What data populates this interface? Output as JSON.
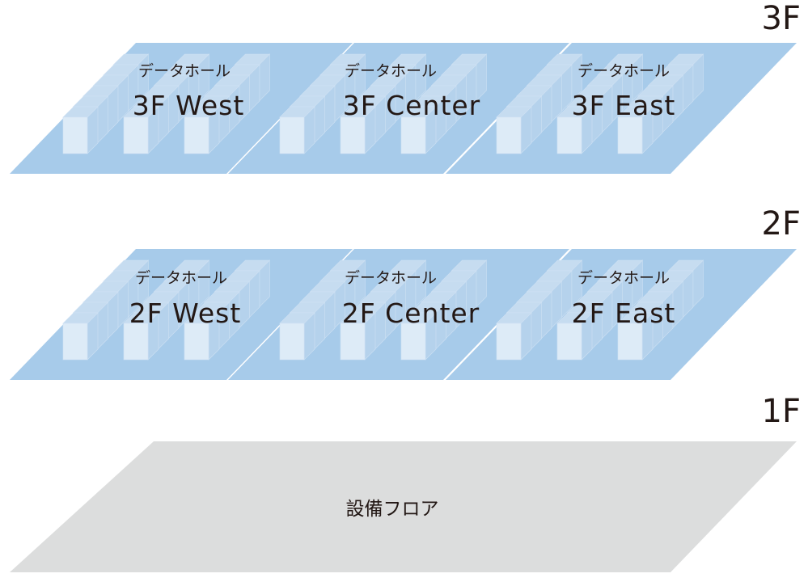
{
  "floors": [
    {
      "label": "3F",
      "halls": [
        {
          "sub": "データホール",
          "name": "3F West"
        },
        {
          "sub": "データホール",
          "name": "3F Center"
        },
        {
          "sub": "データホール",
          "name": "3F East"
        }
      ]
    },
    {
      "label": "2F",
      "halls": [
        {
          "sub": "データホール",
          "name": "2F West"
        },
        {
          "sub": "データホール",
          "name": "2F Center"
        },
        {
          "sub": "データホール",
          "name": "2F East"
        }
      ]
    },
    {
      "label": "1F",
      "equipment_label": "設備フロア"
    }
  ],
  "colors": {
    "hall_floor": "#a7cbea",
    "rack_front": "#ddebf7",
    "rack_top": "#c6dcf0",
    "rack_side": "#b5d2ec",
    "equipment_floor": "#dcdddd",
    "text": "#231815"
  }
}
